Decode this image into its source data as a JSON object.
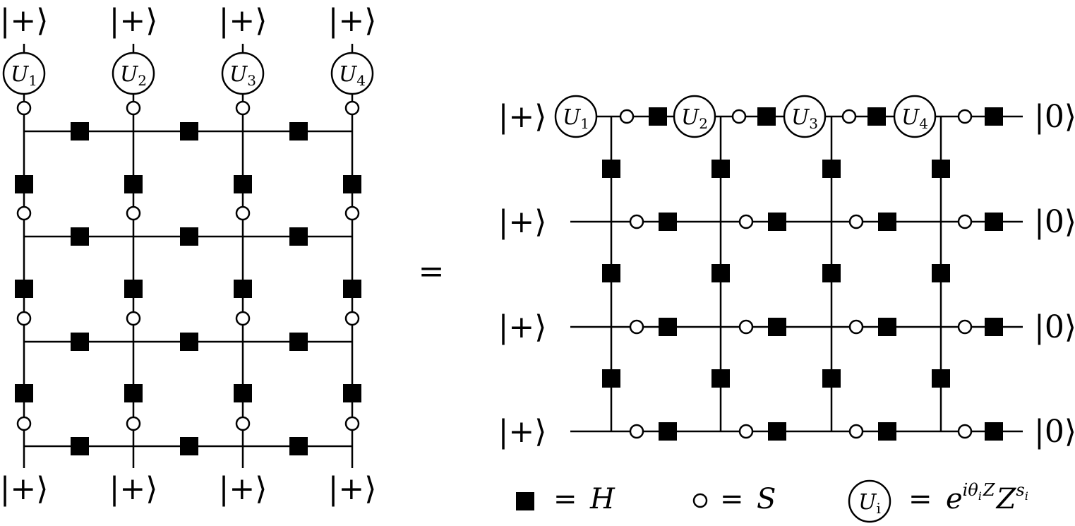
{
  "left_lattice": {
    "top_kets": [
      "|+⟩",
      "|+⟩",
      "|+⟩",
      "|+⟩"
    ],
    "bottom_kets": [
      "|+⟩",
      "|+⟩",
      "|+⟩",
      "|+⟩"
    ],
    "unitaries": [
      {
        "base": "U",
        "sub": "1"
      },
      {
        "base": "U",
        "sub": "2"
      },
      {
        "base": "U",
        "sub": "3"
      },
      {
        "base": "U",
        "sub": "4"
      }
    ]
  },
  "equals_sign": "=",
  "right_circuit": {
    "input_kets": [
      "|+⟩",
      "|+⟩",
      "|+⟩",
      "|+⟩"
    ],
    "output_kets": [
      "|0⟩",
      "|0⟩",
      "|0⟩",
      "|0⟩"
    ],
    "unitaries": [
      {
        "base": "U",
        "sub": "1"
      },
      {
        "base": "U",
        "sub": "2"
      },
      {
        "base": "U",
        "sub": "3"
      },
      {
        "base": "U",
        "sub": "4"
      }
    ]
  },
  "legend": {
    "hadamard": {
      "equals": "=",
      "symbol": "H"
    },
    "phase": {
      "equals": "=",
      "symbol": "S"
    },
    "unitary": {
      "base": "U",
      "sub": "i",
      "equals": "=",
      "rhs_base": "e",
      "rhs_exp": "iθ",
      "rhs_exp_sub": "i",
      "rhs_exp_op": "Z",
      "rhs_op": "Z",
      "rhs_op_exp": "s",
      "rhs_op_exp_sub": "i"
    }
  },
  "colors": {
    "ink": "#000000",
    "background": "#ffffff"
  }
}
